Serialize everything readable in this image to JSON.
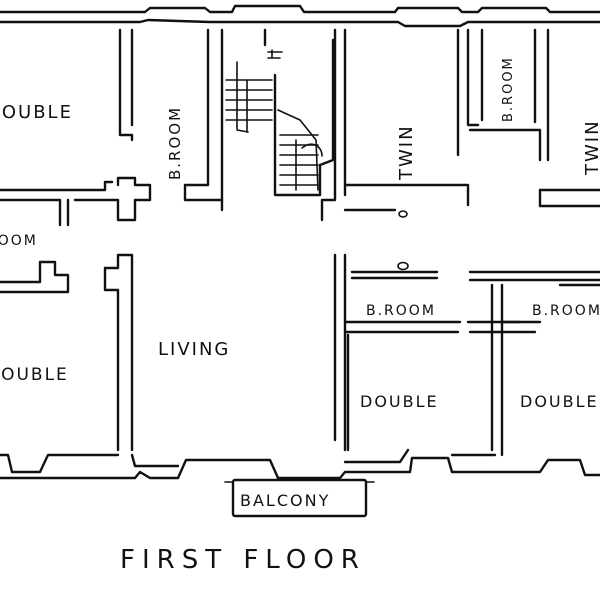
{
  "rooms": {
    "double_top_left": "DOUBLE",
    "broom_top_center": "B.ROOM",
    "twin": "TWIN",
    "broom_top_right": "B.ROOM",
    "twin_right_edge": "TWIN",
    "broom_left": "ROOM",
    "double_mid_left": "DOUBLE",
    "living": "LIVING",
    "broom_mid_1": "B.ROOM",
    "broom_mid_2": "B.ROOM",
    "double_mid": "DOUBLE",
    "double_right": "DOUBLE",
    "balcony": "BALCONY"
  },
  "caption": "FIRST FLOOR"
}
